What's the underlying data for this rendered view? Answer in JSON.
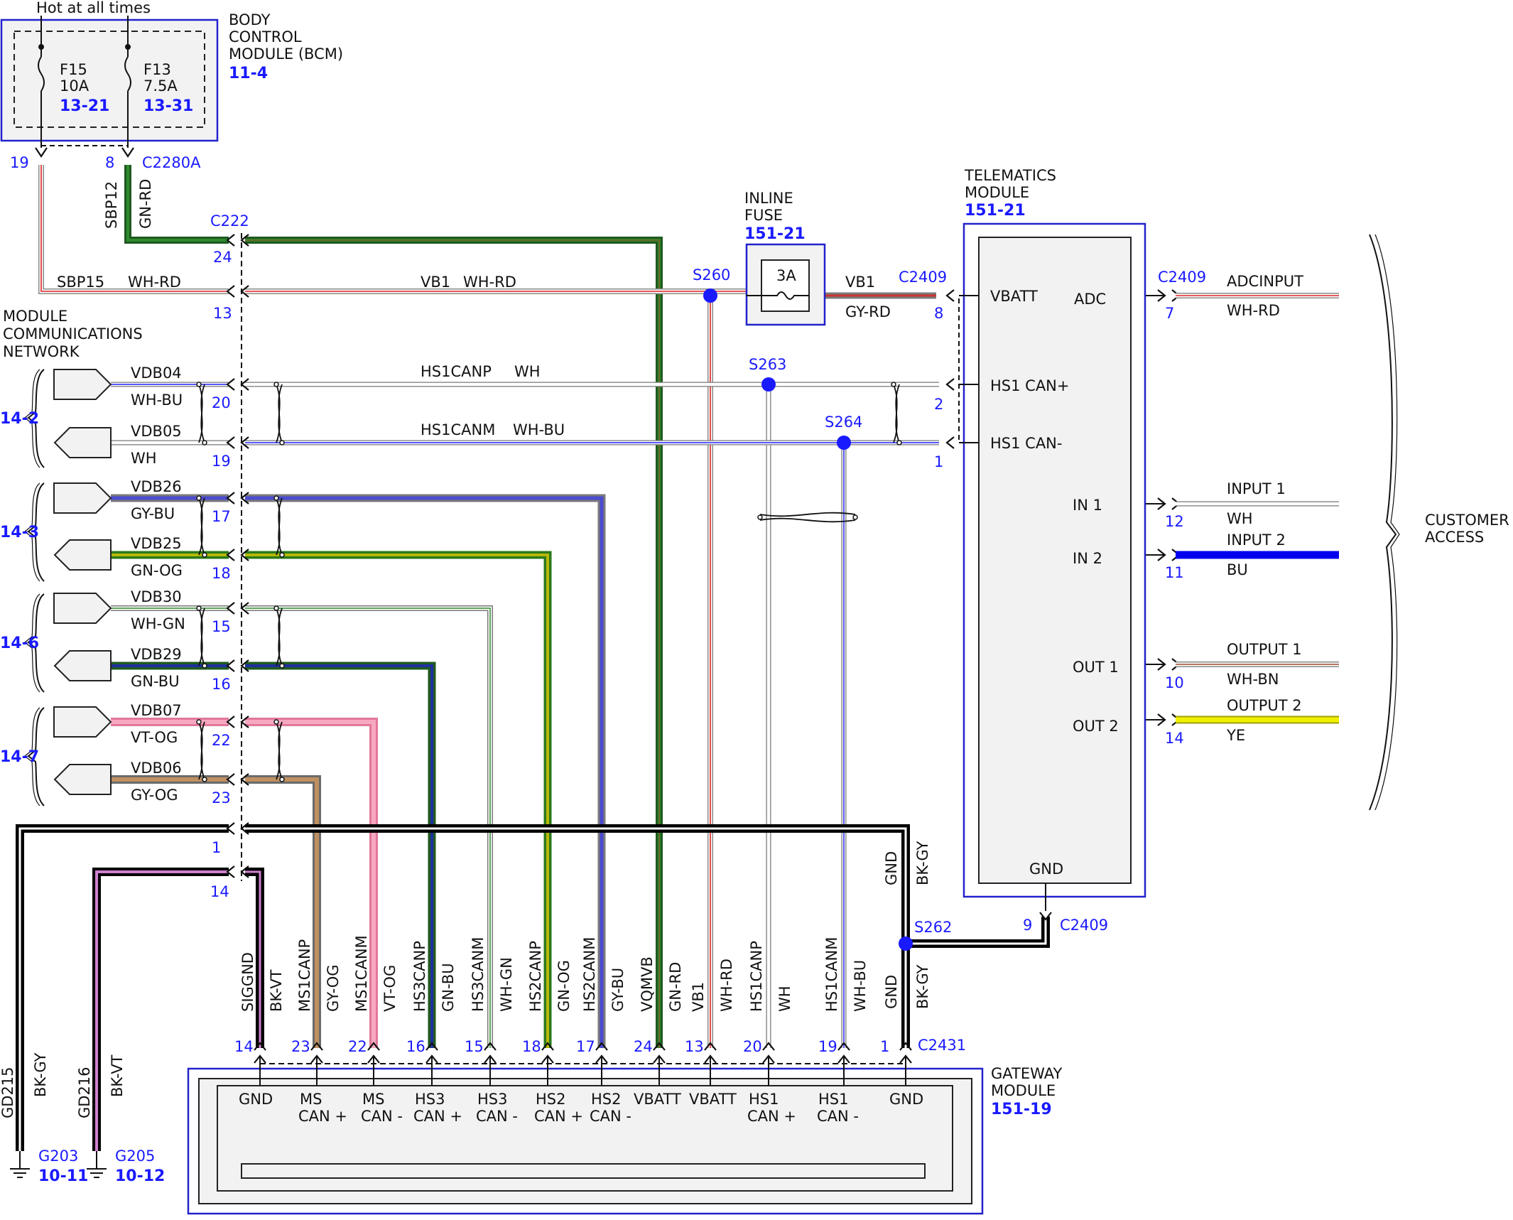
{
  "colors": {
    "blue": "#0000ff",
    "red": "#dd2222",
    "green": "#1a7a1a",
    "darkgreen": "#1f5a1f",
    "olive": "#7a9a10",
    "gray": "#8a8a8a",
    "pink": "#f28aa8",
    "tan": "#b09060",
    "yellow": "#f0f000",
    "violet": "#c070c0",
    "black": "#000000",
    "brown": "#8a5a3a"
  },
  "top_note": "Hot at all times",
  "bcm": {
    "title": [
      "BODY",
      "CONTROL",
      "MODULE (BCM)"
    ],
    "ref": "11-4",
    "fuses": [
      {
        "name": "F15",
        "rating": "10A",
        "ref": "13-21",
        "pin": "19"
      },
      {
        "name": "F13",
        "rating": "7.5A",
        "ref": "13-31",
        "pin": "8"
      }
    ],
    "connector": "C2280A"
  },
  "c222": "C222",
  "sbp12": {
    "circuit": "SBP12",
    "color": "GN-RD",
    "pin": "24"
  },
  "sbp15": {
    "circuit": "SBP15",
    "color": "WH-RD",
    "pin": "13"
  },
  "vb1_top": {
    "circuit": "VB1",
    "color": "WH-RD"
  },
  "inline_fuse": {
    "title": [
      "INLINE",
      "FUSE"
    ],
    "ref": "151-21",
    "rating": "3A"
  },
  "vb1_right": {
    "circuit": "VB1",
    "color": "GY-RD"
  },
  "telematics": {
    "title": [
      "TELEMATICS",
      "MODULE"
    ],
    "ref": "151-21",
    "connector": "C2409",
    "connector_bottom": "C2409",
    "pins": {
      "vbatt": {
        "label": "VBATT",
        "pin": "8"
      },
      "adc": {
        "label": "ADC",
        "pin": "7"
      },
      "hs1canp": {
        "label": "HS1 CAN+",
        "pin": "2"
      },
      "hs1canm": {
        "label": "HS1 CAN-",
        "pin": "1"
      },
      "in1": {
        "label": "IN 1",
        "pin": "12"
      },
      "in2": {
        "label": "IN 2",
        "pin": "11"
      },
      "out1": {
        "label": "OUT 1",
        "pin": "10"
      },
      "out2": {
        "label": "OUT 2",
        "pin": "14"
      },
      "gnd": {
        "label": "GND",
        "pin": "9"
      }
    }
  },
  "customer_outputs": [
    {
      "circuit": "ADCINPUT",
      "color": "WH-RD",
      "connector": "C2409"
    },
    {
      "circuit": "INPUT 1",
      "color": "WH"
    },
    {
      "circuit": "INPUT 2",
      "color": "BU"
    },
    {
      "circuit": "OUTPUT 1",
      "color": "WH-BN"
    },
    {
      "circuit": "OUTPUT 2",
      "color": "YE"
    }
  ],
  "customer_access": [
    "CUSTOMER",
    "ACCESS"
  ],
  "mcn": {
    "title": [
      "MODULE",
      "COMMUNICATIONS",
      "NETWORK"
    ]
  },
  "network_groups": [
    {
      "ref": "14-2",
      "wires": [
        {
          "circuit": "VDB04",
          "color": "WH-BU",
          "pin": "20"
        },
        {
          "circuit": "VDB05",
          "color": "WH",
          "pin": "19"
        }
      ]
    },
    {
      "ref": "14-3",
      "wires": [
        {
          "circuit": "VDB26",
          "color": "GY-BU",
          "pin": "17"
        },
        {
          "circuit": "VDB25",
          "color": "GN-OG",
          "pin": "18"
        }
      ]
    },
    {
      "ref": "14-6",
      "wires": [
        {
          "circuit": "VDB30",
          "color": "WH-GN",
          "pin": "15"
        },
        {
          "circuit": "VDB29",
          "color": "GN-BU",
          "pin": "16"
        }
      ]
    },
    {
      "ref": "14-7",
      "wires": [
        {
          "circuit": "VDB07",
          "color": "VT-OG",
          "pin": "22"
        },
        {
          "circuit": "VDB06",
          "color": "GY-OG",
          "pin": "23"
        }
      ]
    }
  ],
  "hs1canp": {
    "circuit": "HS1CANP",
    "color": "WH"
  },
  "hs1canm": {
    "circuit": "HS1CANM",
    "color": "WH-BU"
  },
  "splices": {
    "s260": "S260",
    "s263": "S263",
    "s264": "S264",
    "s262": "S262"
  },
  "ground_bus": {
    "pin1": "1",
    "pin14": "14",
    "gnd_label": "GND",
    "gnd_color": "BK-GY"
  },
  "grounds": [
    {
      "circuit": "GD215",
      "color": "BK-GY",
      "point": "G203",
      "ref": "10-11"
    },
    {
      "circuit": "GD216",
      "color": "BK-VT",
      "point": "G205",
      "ref": "10-12"
    }
  ],
  "gateway": {
    "title": [
      "GATEWAY",
      "MODULE"
    ],
    "ref": "151-19",
    "connector": "C2431",
    "pins": [
      {
        "pin": "14",
        "circuit": "SIGGND",
        "color": "BK-VT",
        "label1": "GND",
        "label2": ""
      },
      {
        "pin": "23",
        "circuit": "MS1CANP",
        "color": "GY-OG",
        "label1": "MS",
        "label2": "CAN +"
      },
      {
        "pin": "22",
        "circuit": "MS1CANM",
        "color": "VT-OG",
        "label1": "MS",
        "label2": "CAN -"
      },
      {
        "pin": "16",
        "circuit": "HS3CANP",
        "color": "GN-BU",
        "label1": "HS3",
        "label2": "CAN +"
      },
      {
        "pin": "15",
        "circuit": "HS3CANM",
        "color": "WH-GN",
        "label1": "HS3",
        "label2": "CAN -"
      },
      {
        "pin": "18",
        "circuit": "HS2CANP",
        "color": "GN-OG",
        "label1": "HS2",
        "label2": "CAN +"
      },
      {
        "pin": "17",
        "circuit": "HS2CANM",
        "color": "GY-BU",
        "label1": "HS2",
        "label2": "CAN -"
      },
      {
        "pin": "24",
        "circuit": "VQMVB",
        "color": "GN-RD",
        "label1": "VBATT",
        "label2": ""
      },
      {
        "pin": "13",
        "circuit": "VB1",
        "color": "WH-RD",
        "label1": "VBATT",
        "label2": ""
      },
      {
        "pin": "20",
        "circuit": "HS1CANP",
        "color": "WH",
        "label1": "HS1",
        "label2": "CAN +"
      },
      {
        "pin": "19",
        "circuit": "HS1CANM",
        "color": "WH-BU",
        "label1": "HS1",
        "label2": "CAN -"
      },
      {
        "pin": "1",
        "circuit": "GND",
        "color": "BK-GY",
        "label1": "GND",
        "label2": ""
      }
    ]
  }
}
